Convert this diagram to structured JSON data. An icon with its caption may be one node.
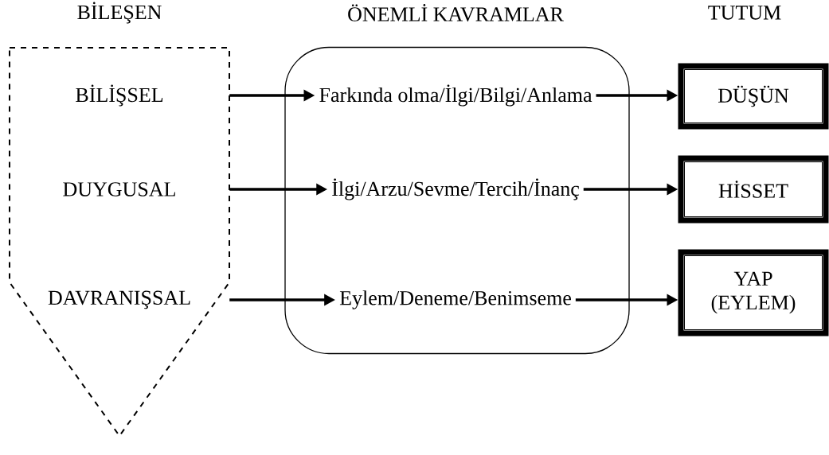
{
  "diagram": {
    "nodes": [
      {
        "text": [],
        "shape": "pentagon"
      },
      {
        "text": [
          "BİLİŞSEL"
        ],
        "in": 0
      },
      {
        "text": [
          "DUYGUSAL"
        ],
        "in": 0
      },
      {
        "text": [
          "DAVRANIŞSAL"
        ],
        "in": 0
      },
      {
        "text": [],
        "shape": "box"
      },
      {
        "text": [
          "Farkında olma/İlgi/Bilgi/Anlama"
        ],
        "in": 4
      },
      {
        "text": [
          "İlgi/Arzu/Sevme/Tercih/İnanç"
        ],
        "in": 4
      },
      {
        "text": [
          "Eylem/Deneme/Benimseme"
        ],
        "in": 4
      },
      {
        "text": [
          "DÜŞÜN"
        ]
      },
      {
        "text": [
          "HİSSET"
        ]
      },
      {
        "text": [
          "YAP (EYLEM)"
        ]
      }
    ],
    "edges": [
      {
        "from": 0,
        "to": 5,
        "arrow": "to"
      },
      {
        "from": 0,
        "to": 6,
        "arrow": "to"
      },
      {
        "from": 0,
        "to": 7,
        "arrow": "to"
      },
      {
        "from": 5,
        "to": 8,
        "arrow": "to"
      },
      {
        "from": 6,
        "to": 9,
        "arrow": "to"
      },
      {
        "from": 7,
        "to": 10,
        "arrow": "to"
      }
    ],
    "labels": [
      "BİLEŞEN",
      "ÖNEMLİ KAVRAMLAR",
      "TUTUM"
    ]
  }
}
